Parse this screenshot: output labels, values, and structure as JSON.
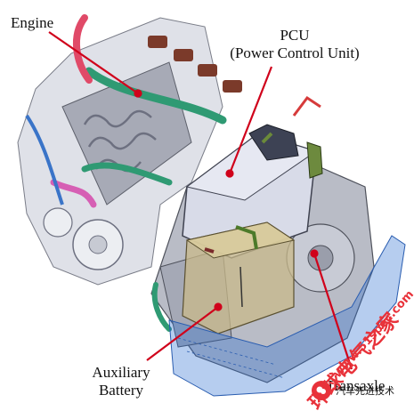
{
  "labels": {
    "engine": "Engine",
    "pcu_line1": "PCU",
    "pcu_line2": "(Power Control Unit)",
    "auxiliary_line1": "Auxiliary",
    "auxiliary_line2": "Battery",
    "transaxle": "Transaxle"
  },
  "watermark": {
    "chinese": "环球电气之家",
    "url": "www.51spec.com",
    "source": "汽车先进技术"
  },
  "colors": {
    "leader_line": "#d0021b",
    "engine_body": "#d9dbe3",
    "pcu_body": "#d8dbe8",
    "battery_body": "#c9b98a",
    "transaxle_body": "#b9bcc6",
    "hose_green": "#2f9a73",
    "hose_red": "#e04a68",
    "shield_blue": "#2f6fd1"
  }
}
